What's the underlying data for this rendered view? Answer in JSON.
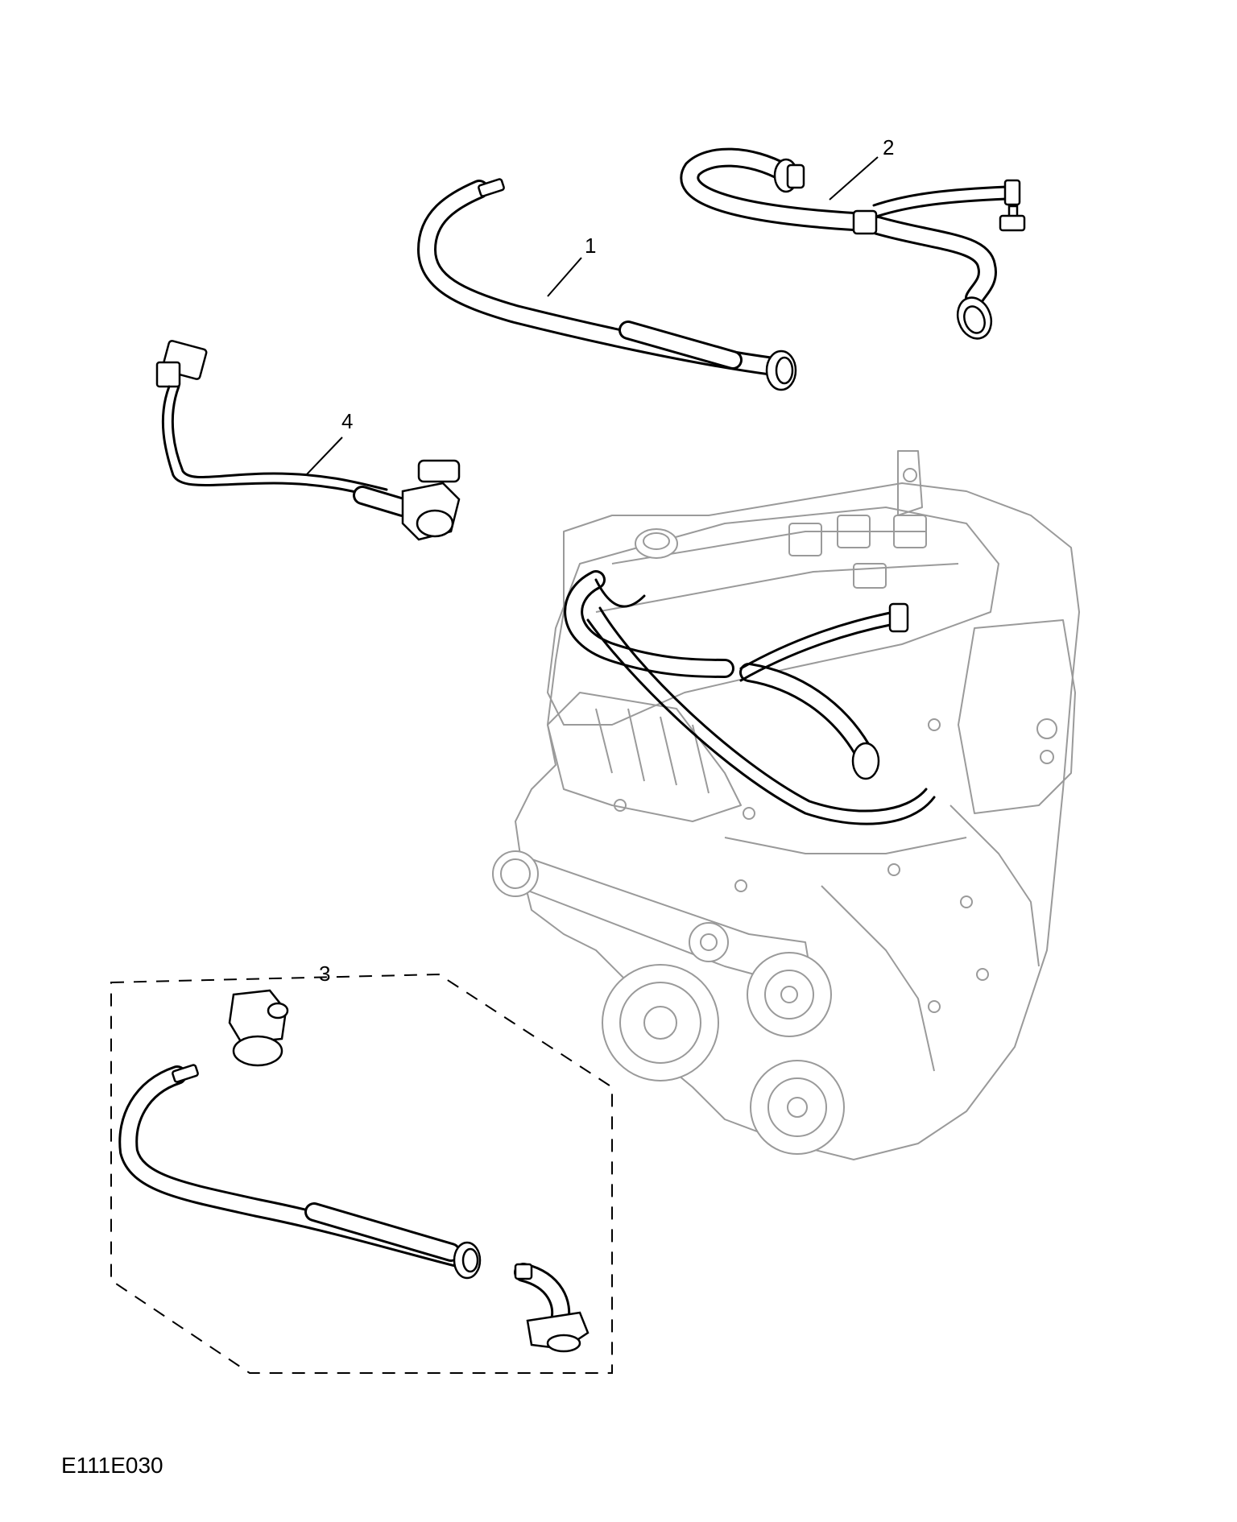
{
  "callouts": [
    {
      "id": "1",
      "label": "1"
    },
    {
      "id": "2",
      "label": "2"
    },
    {
      "id": "3",
      "label": "3"
    },
    {
      "id": "4",
      "label": "4"
    }
  ],
  "illustration_code": "E111E030",
  "colors": {
    "line": "#000000",
    "engine_line": "#9a9a9a",
    "background": "#ffffff"
  }
}
